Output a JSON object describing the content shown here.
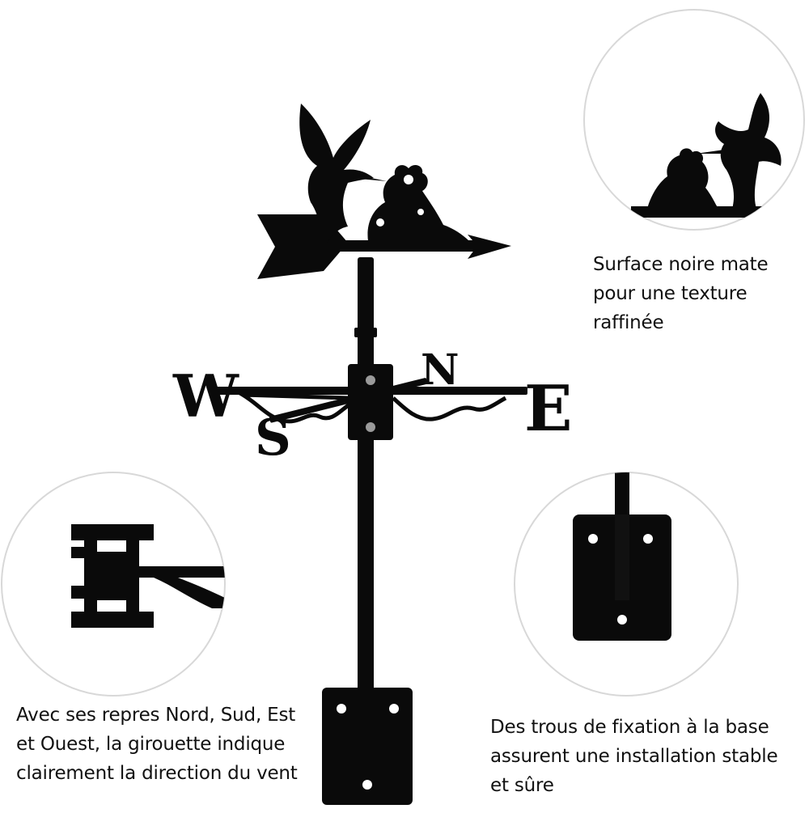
{
  "product": {
    "colors": {
      "metal": "#0a0a0a",
      "background": "#ffffff",
      "circle_border": "#d8d8d8"
    }
  },
  "compass": {
    "west": "W",
    "east": "E",
    "north": "N",
    "south": "S"
  },
  "callouts": {
    "texture": {
      "lines": [
        "Surface noire mate",
        "pour une texture",
        "raffinée"
      ]
    },
    "directions": {
      "lines": [
        "Avec ses repres Nord, Sud, Est",
        "et Ouest, la girouette indique",
        "clairement la direction du vent"
      ]
    },
    "mounting": {
      "lines": [
        "Des trous de fixation à la base",
        "assurent une installation stable",
        "et sûre"
      ]
    }
  }
}
